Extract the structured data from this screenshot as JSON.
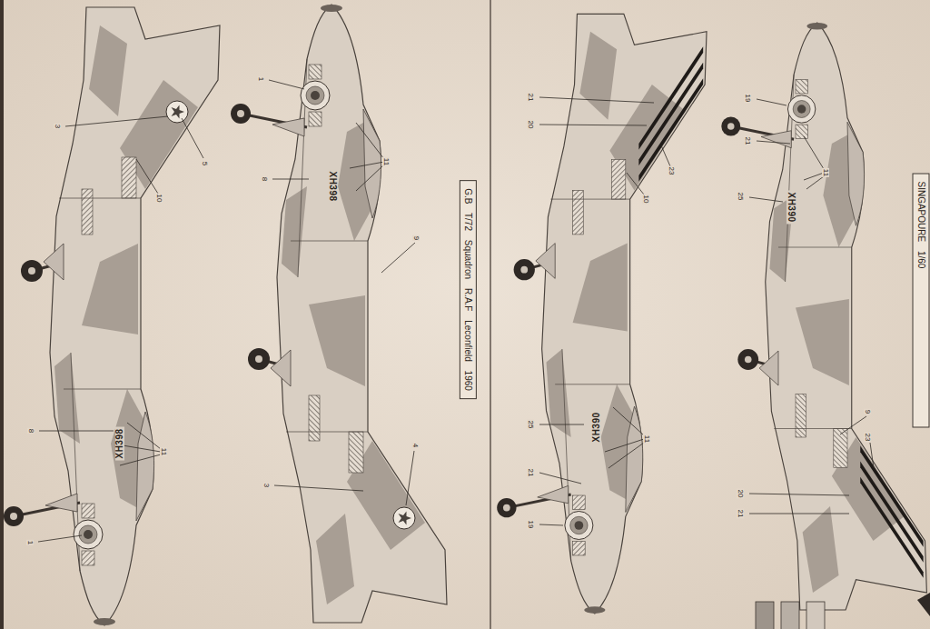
{
  "diagram": {
    "nodes": [
      {
        "text": [
          "G.B T/72 Squadron R.A.F Leconfield 1960"
        ]
      },
      {
        "text": [
          "SINGAPOURE 1/60"
        ]
      }
    ],
    "labels": [
      "3",
      "5",
      "10",
      "XH398",
      "8",
      "11",
      "1",
      "1",
      "8",
      "XH398",
      "11",
      "9",
      "4",
      "3",
      "21",
      "20",
      "23",
      "10",
      "XH390",
      "25",
      "11",
      "21",
      "19",
      "19",
      "21",
      "11",
      "XH390",
      "25",
      "9",
      "23",
      "20",
      "21"
    ]
  }
}
